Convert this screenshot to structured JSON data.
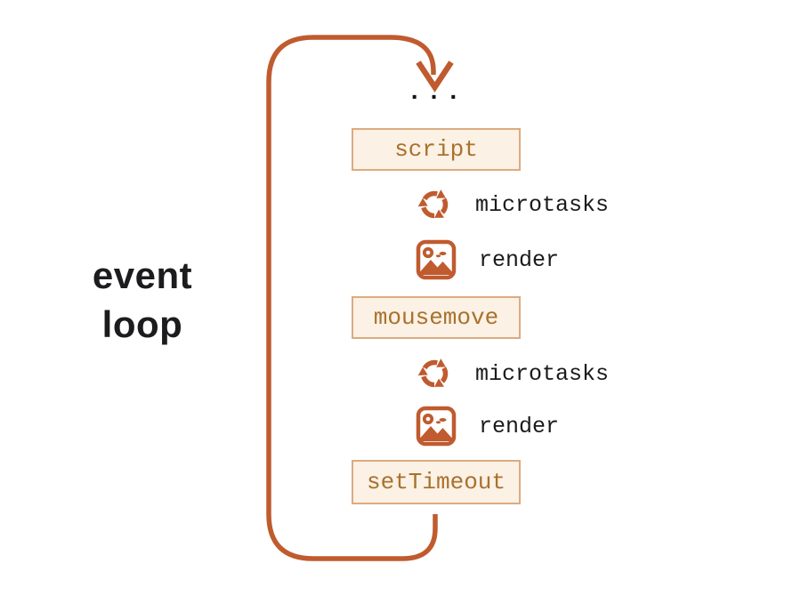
{
  "title": {
    "line1": "event",
    "line2": "loop"
  },
  "ellipsis": "...",
  "steps": [
    {
      "type": "task-box",
      "label": "script"
    },
    {
      "type": "icon-row",
      "icon": "cycle-icon",
      "label": "microtasks"
    },
    {
      "type": "icon-row",
      "icon": "image-icon",
      "label": "render"
    },
    {
      "type": "task-box",
      "label": "mousemove"
    },
    {
      "type": "icon-row",
      "icon": "cycle-icon",
      "label": "microtasks"
    },
    {
      "type": "icon-row",
      "icon": "image-icon",
      "label": "render"
    },
    {
      "type": "task-box",
      "label": "setTimeout"
    }
  ],
  "colors": {
    "accent": "#c05b2f",
    "box-border": "#dcab80",
    "box-fill": "#fbf1e4",
    "box-text": "#a9712e",
    "text": "#1a1a1a"
  }
}
